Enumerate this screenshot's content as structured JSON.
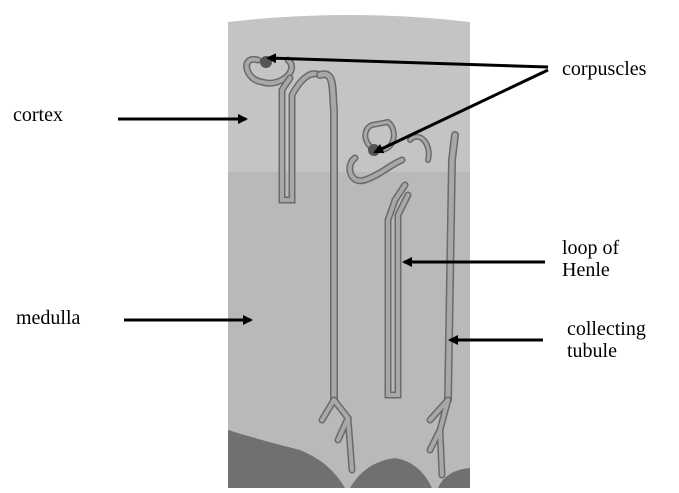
{
  "labels": {
    "cortex": "cortex",
    "medulla": "medulla",
    "corpuscles": "corpuscles",
    "loop_line1": "loop of",
    "loop_line2": "Henle",
    "collecting_line1": "collecting",
    "collecting_line2": "tubule"
  },
  "colors": {
    "cortex_fill": "#c2c2c2",
    "medulla_fill": "#b8b8b8",
    "pelvis_fill": "#6e6e6e",
    "tubule_fill": "#a8a8a8",
    "tubule_edge": "#6a6a6a",
    "arrow": "#000000"
  }
}
